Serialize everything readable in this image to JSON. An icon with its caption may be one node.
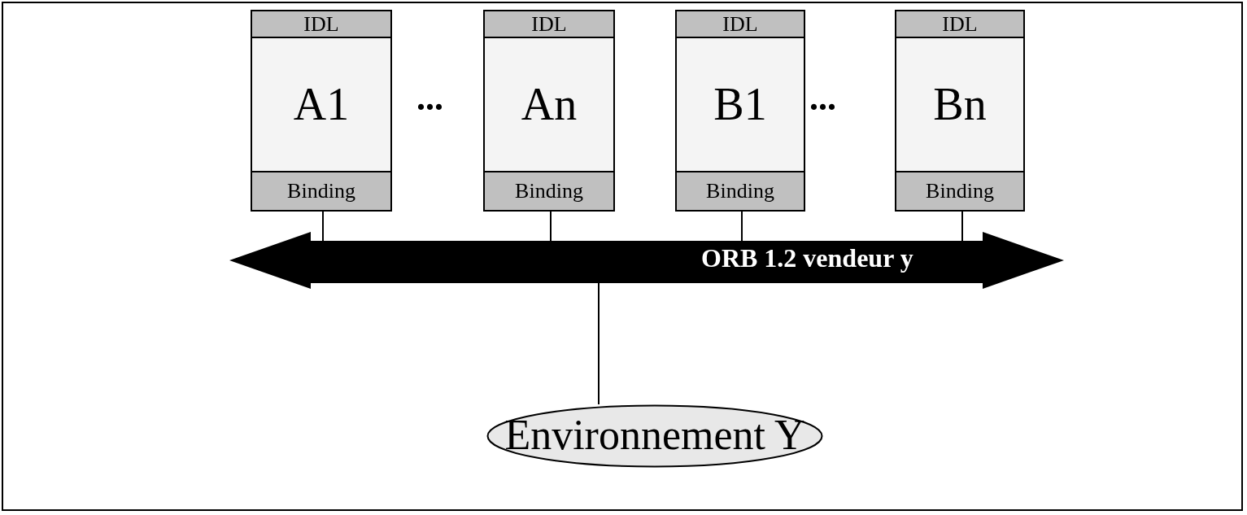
{
  "diagram": {
    "nodes": [
      {
        "text": [
          "IDL",
          "A1",
          "Binding"
        ]
      },
      {
        "text": [
          "IDL",
          "An",
          "Binding"
        ]
      },
      {
        "text": [
          "IDL",
          "B1",
          "Binding"
        ]
      },
      {
        "text": [
          "IDL",
          "Bn",
          "Binding"
        ]
      },
      {
        "text": [
          "ORB 1.2 vendeur y"
        ]
      },
      {
        "text": [
          "Environnement Y"
        ]
      }
    ],
    "edges": [
      {
        "from": 0,
        "to": 4,
        "arrow": "none"
      },
      {
        "from": 1,
        "to": 4,
        "arrow": "none"
      },
      {
        "from": 2,
        "to": 4,
        "arrow": "none"
      },
      {
        "from": 3,
        "to": 4,
        "arrow": "none"
      },
      {
        "from": 4,
        "to": 5,
        "arrow": "none"
      }
    ],
    "labels": [
      "...",
      "..."
    ]
  }
}
